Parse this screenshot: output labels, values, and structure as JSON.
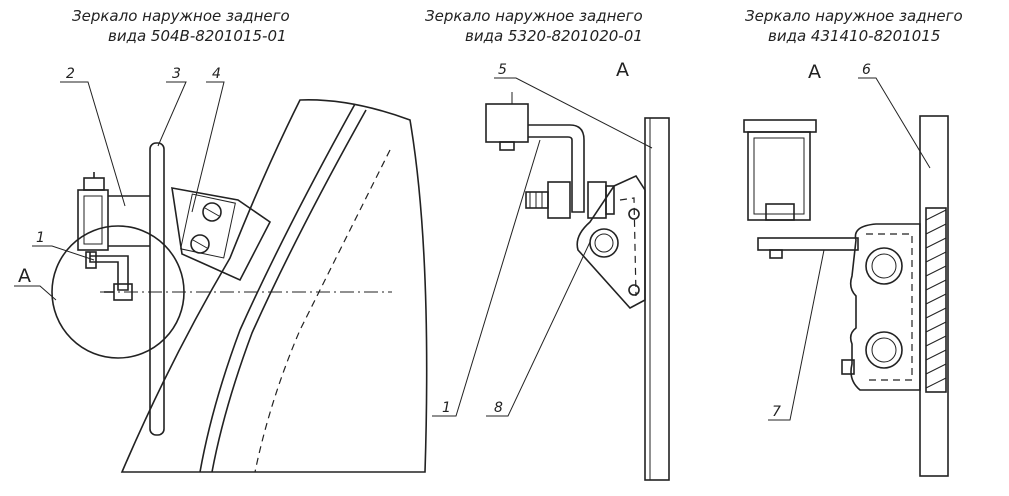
{
  "captions": [
    {
      "line1": "Зеркало наружное заднего",
      "line2": "вида  504В-8201015-01"
    },
    {
      "line1": "Зеркало наружное заднего",
      "line2": "вида  5320-8201020-01"
    },
    {
      "line1": "Зеркало наружное заднего",
      "line2": "вида  431410-8201015"
    }
  ],
  "view_letter": "А",
  "callouts": {
    "n1": "1",
    "n2": "2",
    "n3": "3",
    "n4": "4",
    "n5": "5",
    "n6": "6",
    "n7": "7",
    "n8": "8"
  }
}
